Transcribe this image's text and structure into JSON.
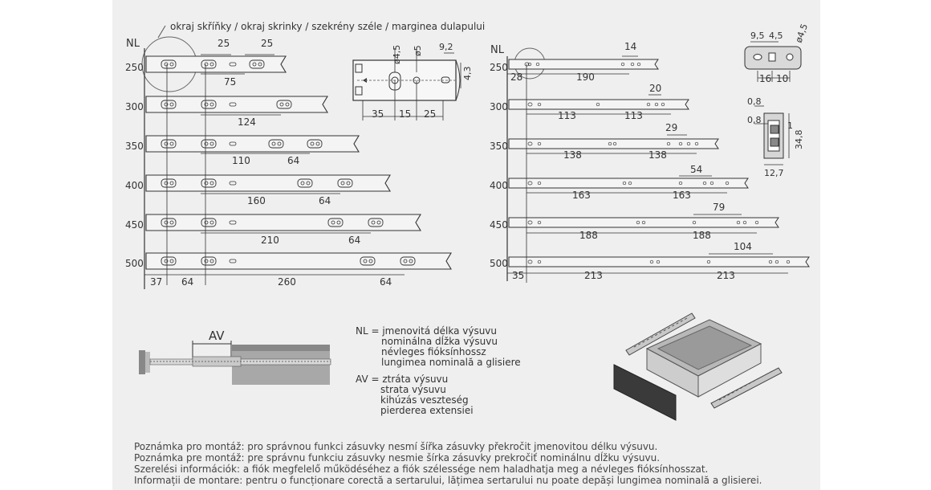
{
  "header_label": "okraj skříňky / okraj skrinky / szekrény széle / marginea dulapului",
  "left_table": {
    "axis_label": "NL",
    "rows": [
      "250",
      "300",
      "350",
      "400",
      "450",
      "500"
    ],
    "dims": {
      "r250_a": "25",
      "r250_b": "25",
      "r250_c": "75",
      "r300": "124",
      "r350_a": "110",
      "r350_b": "64",
      "r400_a": "160",
      "r400_b": "64",
      "r450_a": "210",
      "r450_b": "64",
      "r500_a": "37",
      "r500_b": "64",
      "r500_c": "260",
      "r500_d": "64"
    }
  },
  "detail_left": {
    "top": [
      "ø4,5",
      "ø5",
      "9,2"
    ],
    "side": "4,3",
    "bottom": [
      "35",
      "15",
      "25"
    ]
  },
  "right_table": {
    "axis_label": "NL",
    "rows": [
      "250",
      "300",
      "350",
      "400",
      "450",
      "500"
    ],
    "dims": {
      "r250_a": "14",
      "r250_b": "28",
      "r250_c": "190",
      "r300_a": "20",
      "r300_b": "113",
      "r300_c": "113",
      "r350_a": "29",
      "r350_b": "138",
      "r350_c": "138",
      "r400_a": "54",
      "r400_b": "163",
      "r400_c": "163",
      "r450_a": "79",
      "r450_b": "188",
      "r450_c": "188",
      "r500_a": "104",
      "r500_b": "35",
      "r500_c": "213",
      "r500_d": "213"
    }
  },
  "detail_right": {
    "top": [
      "9,5",
      "4,5",
      "ø4,5"
    ],
    "bottom": [
      "16",
      "10"
    ],
    "profile": [
      "0,8",
      "0,8",
      "1",
      "34,8",
      "12,7"
    ]
  },
  "av_label": "AV",
  "legend_nl": [
    "NL = jmenovitá délka výsuvu",
    "nominálna dĺžka výsuvu",
    "névleges fióksínhossz",
    "lungimea nominală a glisiere"
  ],
  "legend_av": [
    "AV = ztráta výsuvu",
    "strata výsuvu",
    "kihúzás veszteség",
    "pierderea extensiei"
  ],
  "notes": [
    "Poznámka pro montáž: pro správnou funkci zásuvky nesmí šířka zásuvky překročit jmenovitou délku výsuvu.",
    "Poznámka pre montáž: pre správnu funkciu zásuvky nesmie šírka zásuvky prekročiť nominálnu dĺžku výsuvu.",
    "Szerelési információk: a fiók megfelelő működéséhez a fiók szélessége nem haladhatja meg a névleges fióksínhosszat.",
    "Informații de montare: pentru o funcționare corectă a sertarului, lățimea sertarului nu poate depăși lungimea nominală a glisierei."
  ]
}
